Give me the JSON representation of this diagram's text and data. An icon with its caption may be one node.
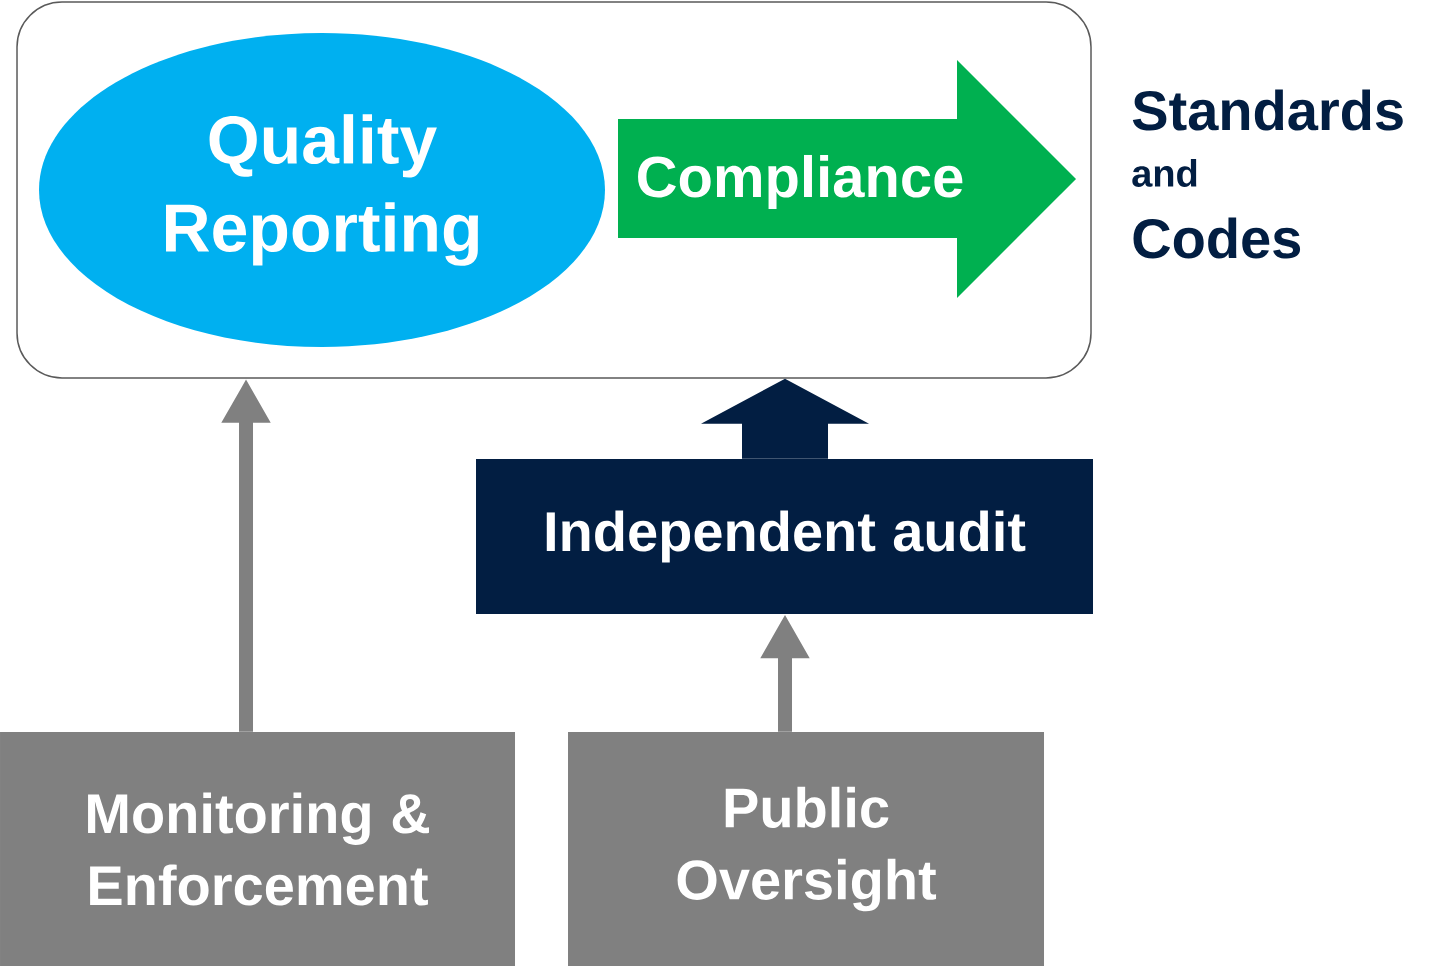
{
  "diagram": {
    "nodes": [
      {
        "text": [],
        "shape": "box"
      },
      {
        "text": [
          "Quality Reporting"
        ],
        "in": 0
      },
      {
        "text": [
          "Compliance"
        ],
        "in": 0
      },
      {
        "text": [
          "Independent audit"
        ]
      },
      {
        "text": [
          "Monitoring & Enforcement"
        ]
      },
      {
        "text": [
          "Public Oversight"
        ]
      }
    ],
    "edges": [
      {
        "from": 4,
        "to": 0,
        "arrow": "to"
      },
      {
        "from": 5,
        "to": 3,
        "arrow": "to"
      },
      {
        "from": 3,
        "to": 0,
        "arrow": "to",
        "style": "thick",
        "color": "#021e42"
      }
    ],
    "labels": [
      "Standards",
      "and",
      "Codes"
    ]
  }
}
